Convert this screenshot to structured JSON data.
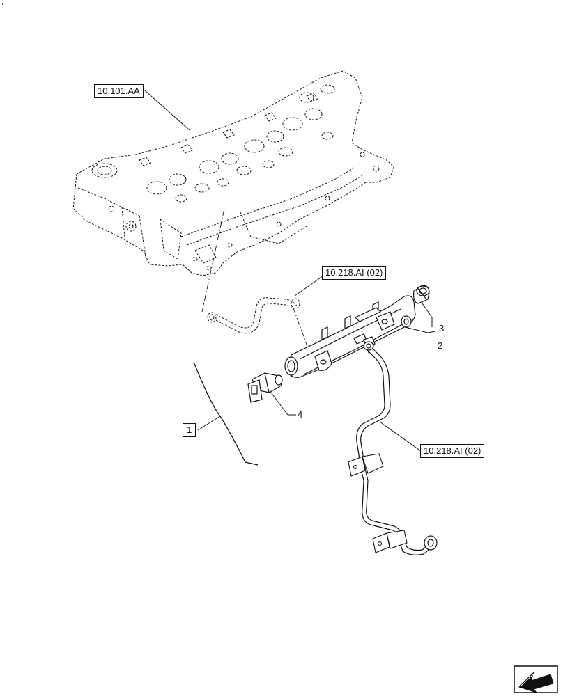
{
  "references": {
    "cylinder_head": "10.101.AA",
    "fuel_line_upper": "10.218.AI (02)",
    "fuel_line_lower": "10.218.AI (02)",
    "kit_group": "1"
  },
  "callouts": {
    "item_2": "2",
    "item_3": "3",
    "item_4": "4"
  },
  "icons": {
    "navigation": "next-page-arrow-icon"
  }
}
